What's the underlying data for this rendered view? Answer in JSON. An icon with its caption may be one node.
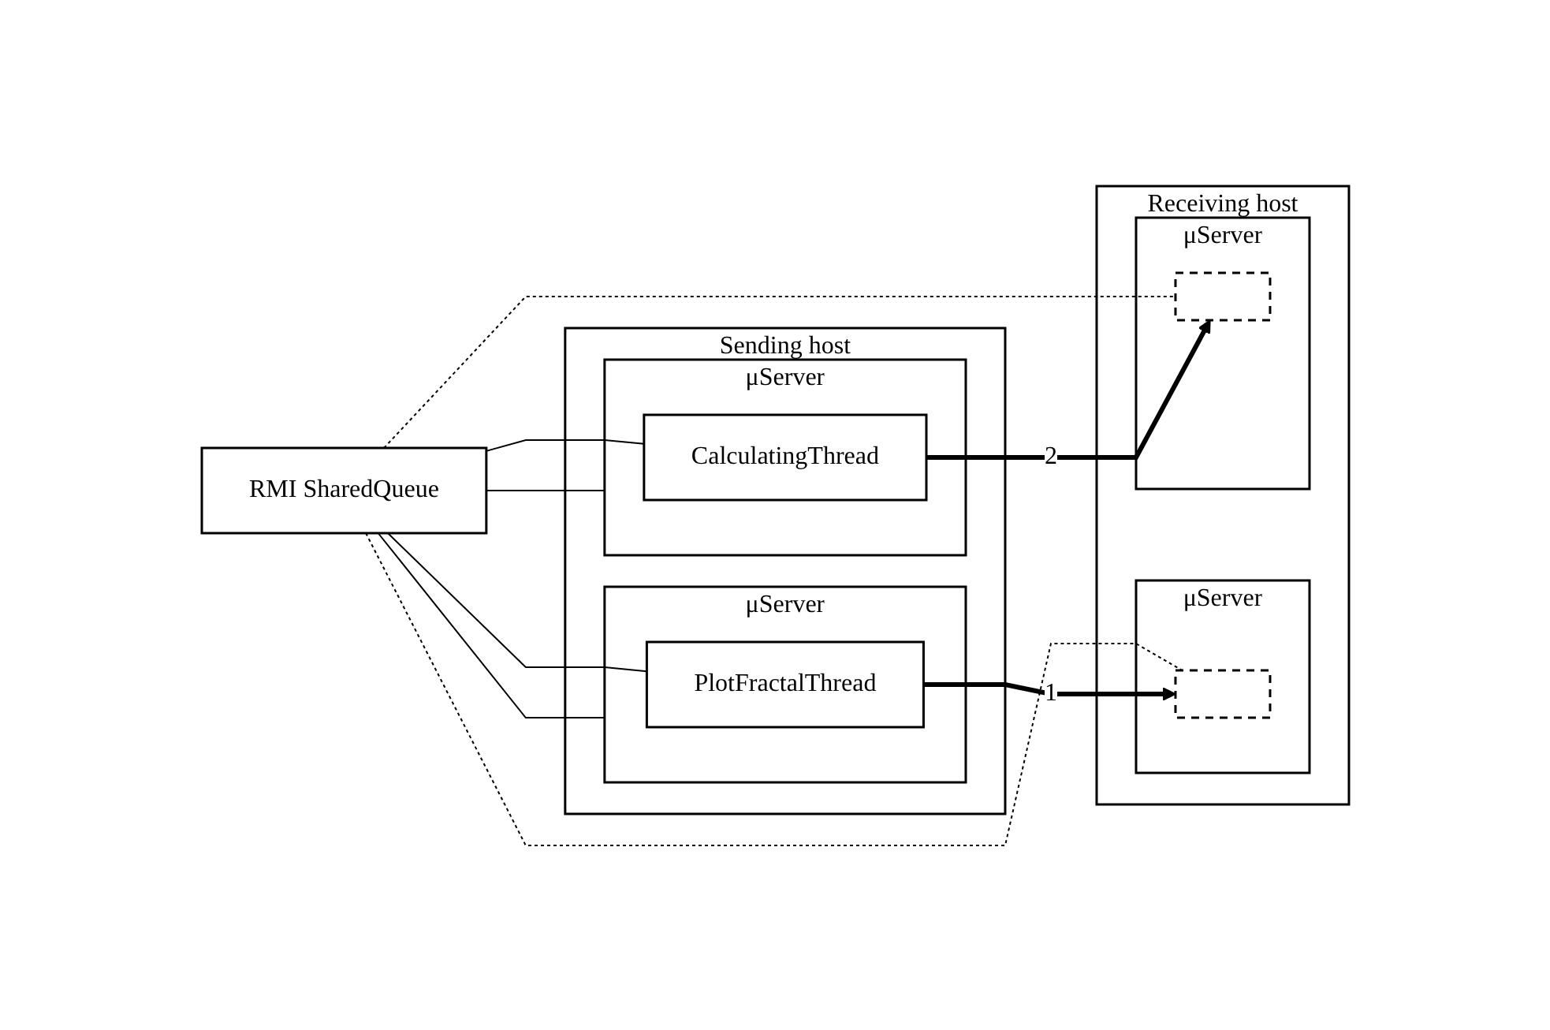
{
  "diagram": {
    "nodes": [
      {
        "text": [
          "RMI SharedQueue"
        ]
      },
      {
        "text": [
          "Sending host"
        ]
      },
      {
        "text": [
          "μServer"
        ],
        "in": 1
      },
      {
        "text": [
          "PlotFractalThread"
        ],
        "in": 2
      },
      {
        "text": [
          "μServer"
        ],
        "in": 1
      },
      {
        "text": [
          "CalculatingThread"
        ],
        "in": 4
      },
      {
        "text": [
          "Receiving host"
        ]
      },
      {
        "text": [
          "μServer"
        ],
        "in": 6
      },
      {
        "text": [],
        "shape": "box",
        "in": 7
      },
      {
        "text": [
          "μServer"
        ],
        "in": 6
      },
      {
        "text": [],
        "shape": "box",
        "in": 9
      }
    ],
    "edges": [
      {
        "from": 0,
        "to": 2,
        "arrow": "none"
      },
      {
        "from": 0,
        "to": 3,
        "arrow": "none"
      },
      {
        "from": 0,
        "to": 4,
        "arrow": "none"
      },
      {
        "from": 0,
        "to": 5,
        "arrow": "none"
      },
      {
        "from": 0,
        "to": 8,
        "arrow": "none",
        "style": "dashed"
      },
      {
        "from": 0,
        "to": 10,
        "arrow": "none",
        "style": "dashed"
      },
      {
        "from": 3,
        "to": 8,
        "arrow": "to",
        "style": "thick",
        "label": "1"
      },
      {
        "from": 5,
        "to": 10,
        "arrow": "to",
        "style": "thick",
        "label": "2"
      }
    ]
  }
}
